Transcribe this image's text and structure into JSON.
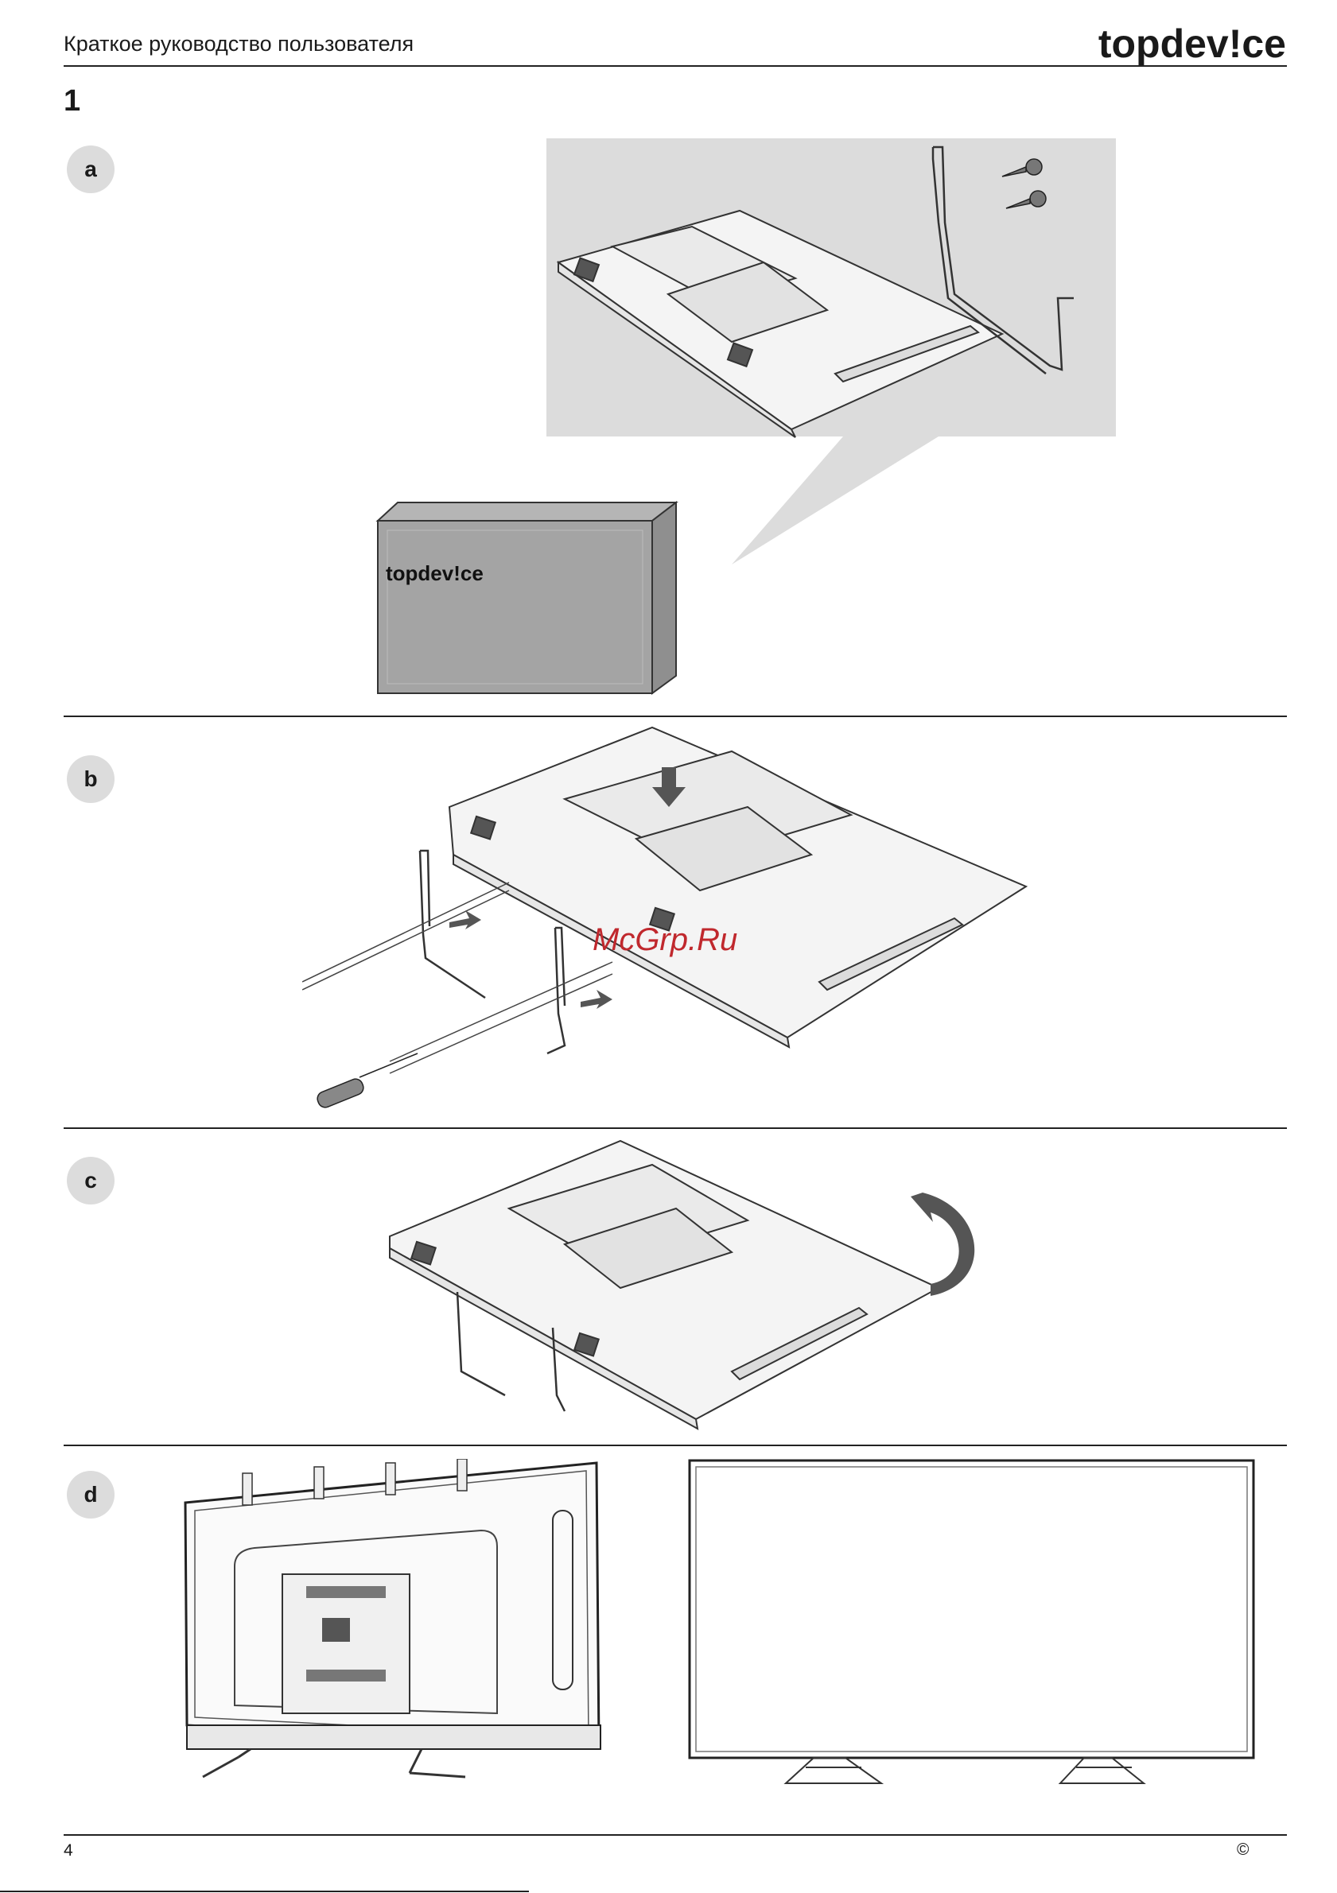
{
  "header": {
    "title": "Краткое руководство пользователя",
    "logo": "topdev!ce"
  },
  "step": "1",
  "sections": [
    {
      "label": "a"
    },
    {
      "label": "b"
    },
    {
      "label": "c"
    },
    {
      "label": "d"
    }
  ],
  "box_logo": "topdev!ce",
  "watermark": "McGrp.Ru",
  "footer": {
    "page_number": "4",
    "copyright": "©"
  }
}
